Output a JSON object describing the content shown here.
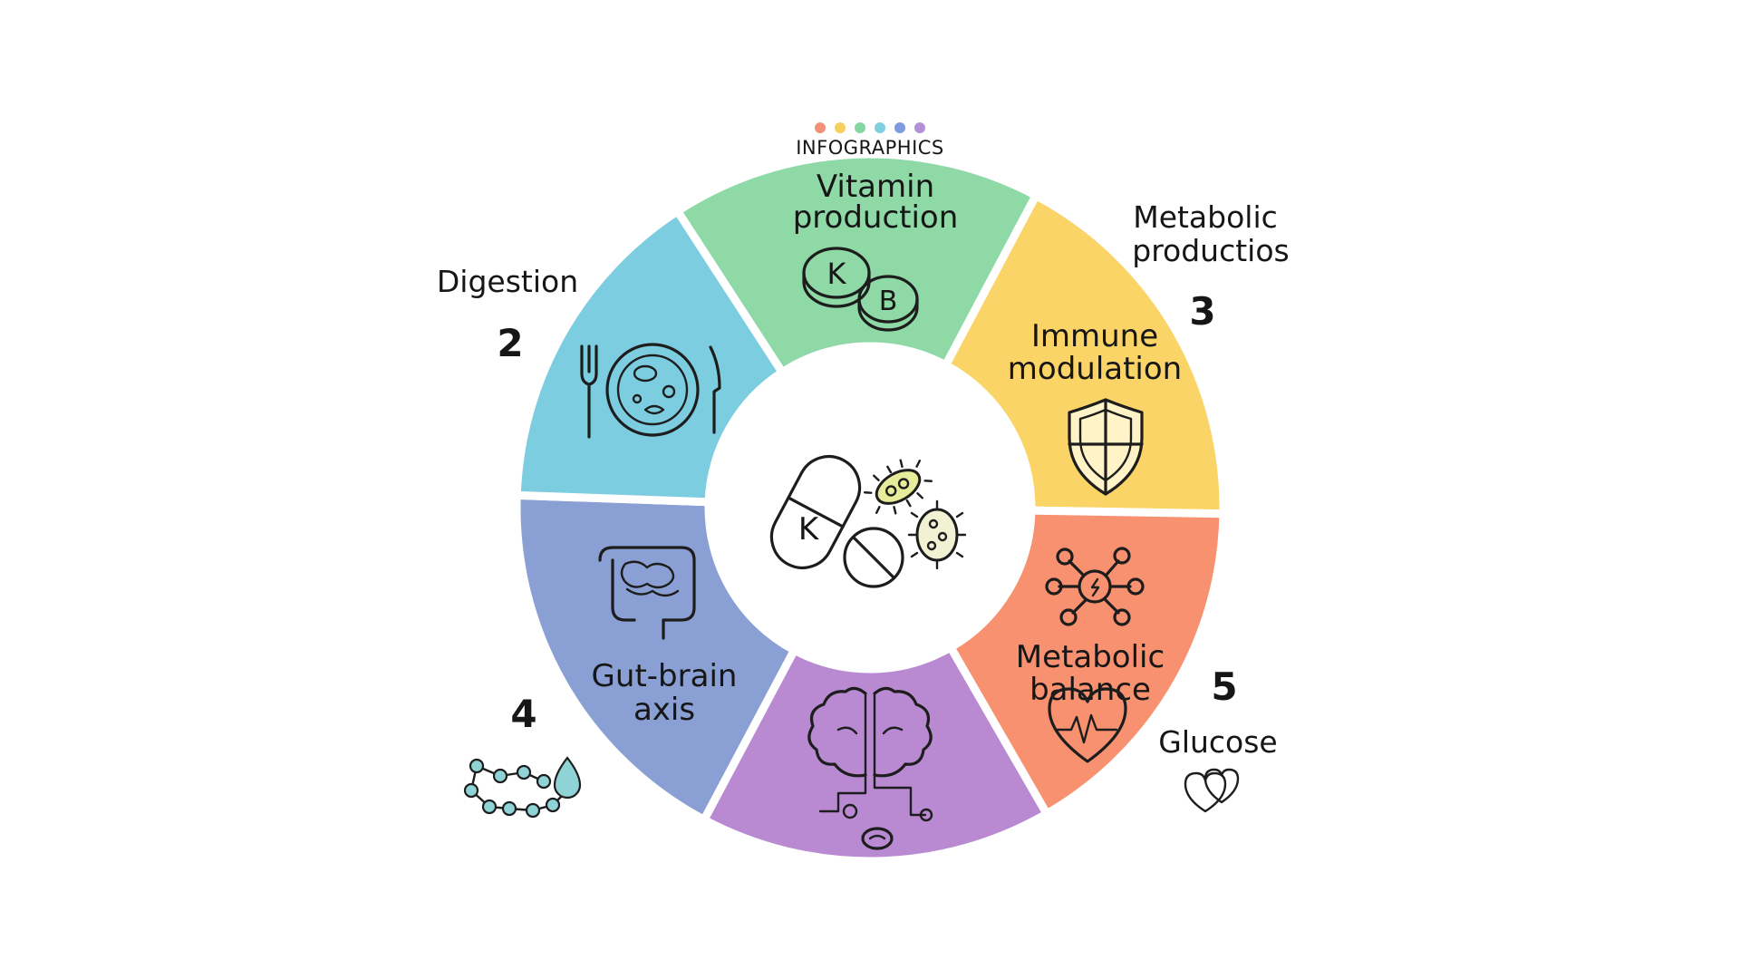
{
  "brand": {
    "text": "INFOGRAPHICS",
    "dot_colors": [
      "#f2907a",
      "#f7cf5d",
      "#86d6a2",
      "#7fcfe0",
      "#7e9be0",
      "#b28fd6"
    ]
  },
  "segments": [
    {
      "id": "vitamin",
      "label_lines": [
        "Vitamin",
        "production"
      ],
      "color": "#8ed9a6",
      "icon": "vitamin-pills-icon",
      "icon_letters": [
        "K",
        "B"
      ]
    },
    {
      "id": "immune",
      "label_lines": [
        "Immune",
        "modulation"
      ],
      "color": "#fad466",
      "icon": "shield-icon"
    },
    {
      "id": "metabolic",
      "label_lines": [
        "Metabolic",
        "balance"
      ],
      "color": "#f7916f",
      "icon": "molecule-icon"
    },
    {
      "id": "brain",
      "label_lines": [],
      "color": "#b98ad2",
      "icon": "brain-circuit-icon"
    },
    {
      "id": "gutbrain",
      "label_lines": [
        "Gut-brain",
        "axis"
      ],
      "color": "#8aa0d4",
      "icon": "intestine-icon"
    },
    {
      "id": "digestion",
      "label_lines": [],
      "color": "#7ccde0",
      "icon": "plate-cutlery-icon"
    }
  ],
  "outer": {
    "digestion": {
      "label": "Digestion",
      "number": "2"
    },
    "metabolic_products": {
      "label_lines": [
        "Metabolic",
        "productios"
      ],
      "number": "3"
    },
    "gut_brain": {
      "number": "4"
    },
    "glucose": {
      "label": "Glucose",
      "number": "5"
    }
  },
  "center": {
    "pill_letter": "K",
    "icon": "probiotic-capsule-bacteria-icon"
  }
}
